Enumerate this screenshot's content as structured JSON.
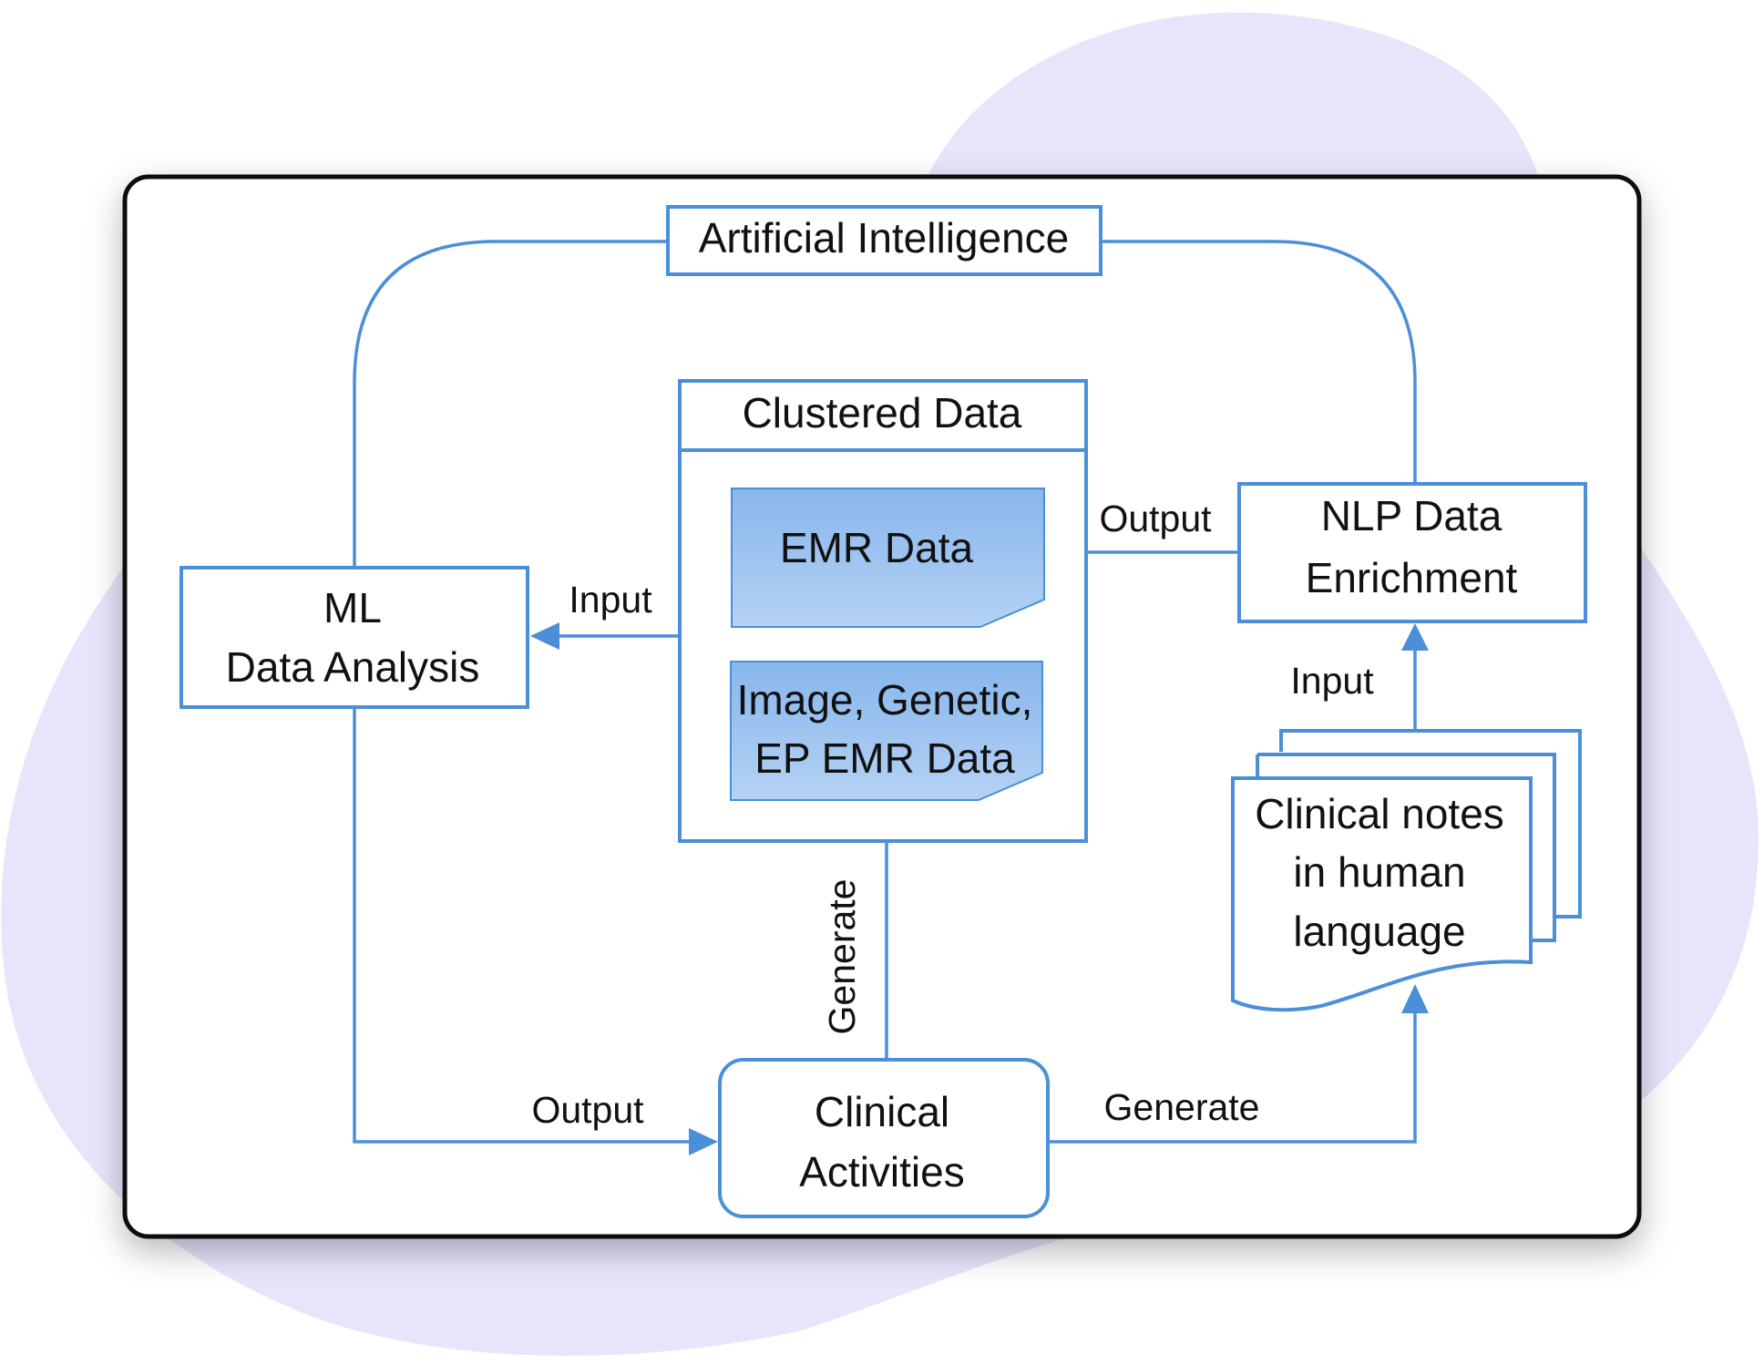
{
  "diagram": {
    "nodes": {
      "ai": {
        "label": "Artificial Intelligence"
      },
      "clustered": {
        "label": "Clustered Data"
      },
      "emr": {
        "label": "EMR Data"
      },
      "image_genetic": {
        "line1": "Image, Genetic,",
        "line2": "EP EMR Data"
      },
      "ml": {
        "line1": "ML",
        "line2": "Data Analysis"
      },
      "nlp": {
        "line1": "NLP Data",
        "line2": "Enrichment"
      },
      "clinical_notes": {
        "line1": "Clinical notes",
        "line2": "in human",
        "line3": "language"
      },
      "clinical_activities": {
        "line1": "Clinical",
        "line2": "Activities"
      }
    },
    "edges": {
      "clustered_to_ml": "Input",
      "nlp_to_emr": "Output",
      "notes_to_nlp": "Input",
      "activities_to_image": "Generate",
      "ml_to_activities": "Output",
      "activities_to_notes": "Generate"
    }
  },
  "colors": {
    "blob": "#e7e4fc",
    "card_border": "#111111",
    "line": "#4a8fd8",
    "box_fill_blue": "#8ab8ec",
    "box_fill_blue_light": "#b6d4f5"
  }
}
